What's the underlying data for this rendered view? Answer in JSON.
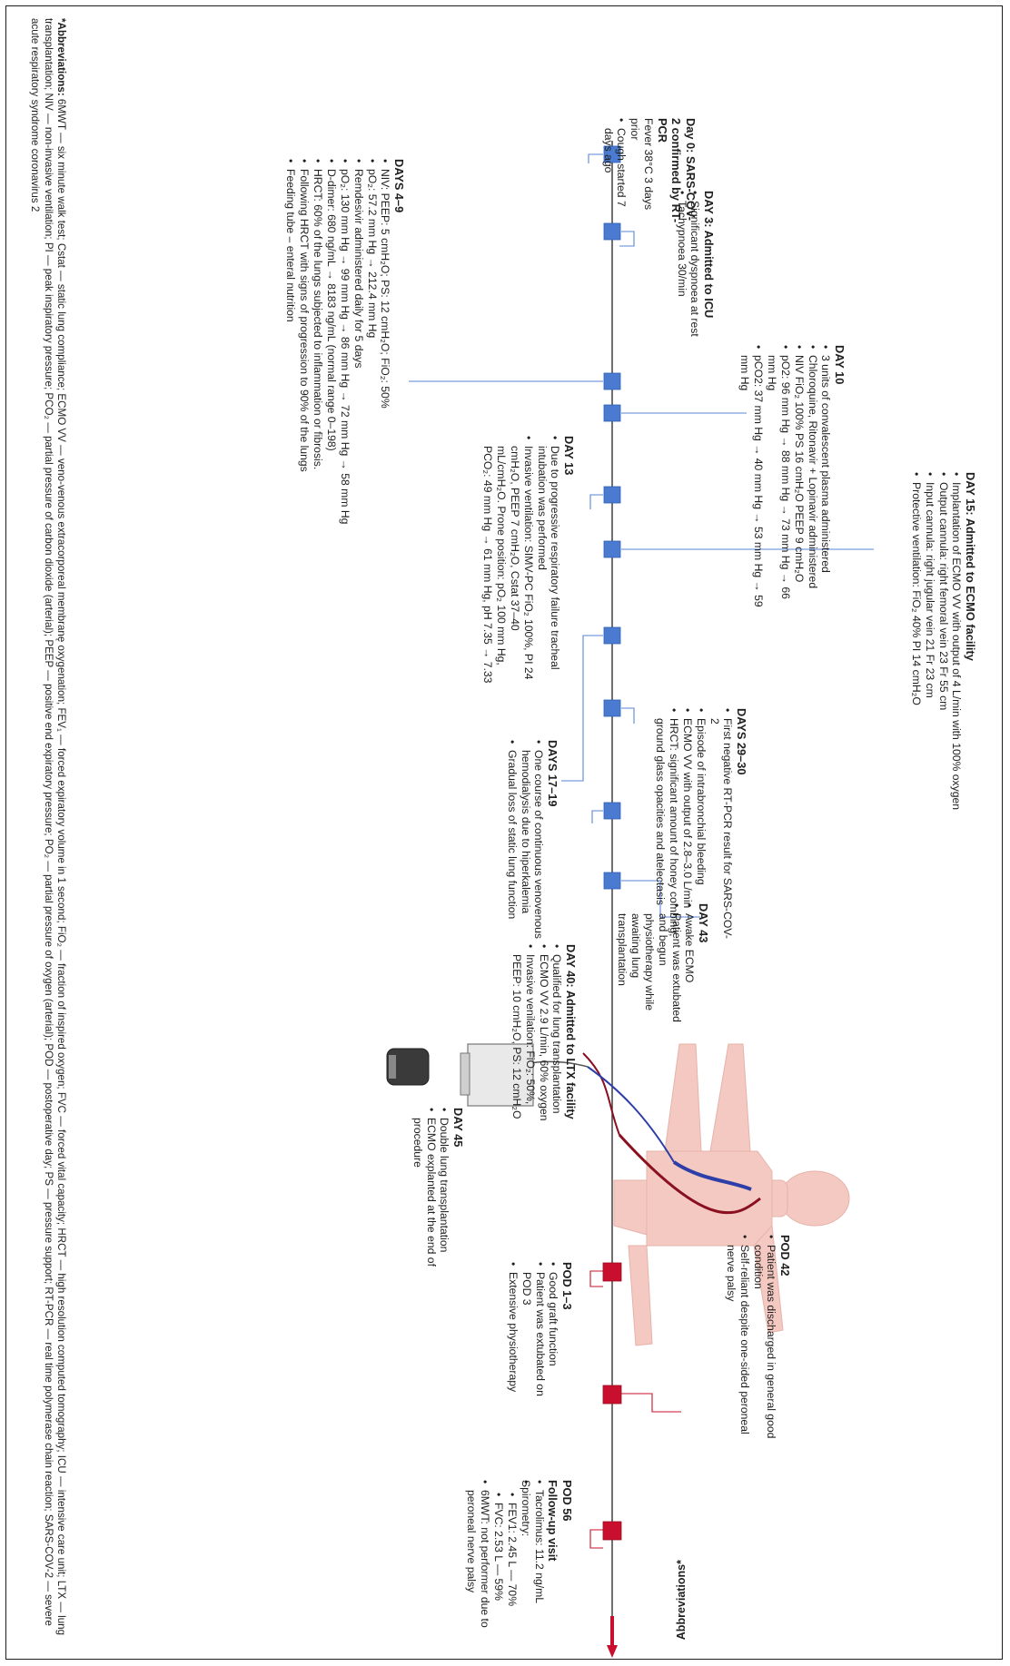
{
  "colors": {
    "blue_marker": "#4a7bd0",
    "red_marker": "#c8102e",
    "connector": "#5b84d6",
    "text": "#1f1f1f"
  },
  "days": {
    "day0": {
      "title": "Day 0: SARS-COV-2 confirmed by RT-PCR",
      "plain": "Fever 38°C 3 days prior",
      "items": [
        "Cough started 7 days ago"
      ]
    },
    "day3": {
      "title": "DAY 3: Admitted to ICU",
      "items": [
        "Significant dyspnoea at rest",
        "Tachypnoea 30/min"
      ]
    },
    "day4_9": {
      "title": "DAYS 4–9",
      "items": [
        "NIV: PEEP: 5 cmH₂O; PS: 12 cmH₂O; FiO₂: 50%",
        "pO₂: 57.2 mm Hg → 212.4 mm Hg",
        "Remdesivir administered daily for 5 days",
        "pO₂: 130 mm Hg → 99 mm Hg → 86 mm Hg → 72 mm Hg → 58 mm Hg",
        "D-dimer: 680 ng/mL → 8183 ng/mL (normal range 0–198)",
        "HRCT: 60% of the lungs subjected to inflammation or fibrosis.",
        "Following HRCT with signs of progression to 90% of the lungs",
        "Feeding tube – enteral nutrition"
      ]
    },
    "day10": {
      "title": "DAY 10",
      "items": [
        "3 units of convalescent plasma administered",
        "Chloroquine, Ritonavir + Lopinavir administered",
        "NIV FiO₂ 100% PS 16 cmH₂O PEEP 9 cmH₂O",
        "pO2: 96 mm Hg → 88 mm Hg → 73 mm Hg → 66 mm Hg",
        "pCO2: 37 mm Hg → 40 mm Hg → 53 mm Hg → 59 mm Hg"
      ]
    },
    "day13": {
      "title": "DAY 13",
      "items": [
        "Due to progressive respiratory failure tracheal intubation was performed",
        "Invasive ventilation: SIMV-PC FiO₂ 100%, PI 24 cmH₂O, PEEP 7 cmH₂O, Cstat 37–40 mL/cmH₂O. Prone position: pO₂ 100 mm Hg, PCO₂: 49 mm Hg → 61 mm Hg, pH 7.35 → 7.33"
      ]
    },
    "day15": {
      "title": "DAY 15: Admitted to ECMO facility",
      "items": [
        "Implantation of ECMO VV with output of 4 L/min with 100% oxygen",
        "Output cannula: right femoral vein 23 Fr 55 cm",
        "Input cannula: right jugular vein 21 Fr 23 cm",
        "Protective ventilation: FiO₂ 40% PI 14 cmH₂O"
      ]
    },
    "day17_19": {
      "title": "DAYS 17–19",
      "items": [
        "One course of continuous venovenous hemodialysis due to hiperkalemia",
        "Gradual loss of static lung function"
      ]
    },
    "day29_30": {
      "title": "DAYS 29–30",
      "items": [
        "First negative RT-PCR result for SARS-COV-2",
        "Episode of intrabronchial bleeding",
        "ECMO VV with output of 2.8–3.0 L/min",
        "HRCT: significant amount of honey combing, ground glass opacities and atelectasis"
      ]
    },
    "day40": {
      "title": "DAY 40: Admitted to LTX facility",
      "items": [
        "Qualified for lung transplantation",
        "ECMO VV 2.9 L/min, 60% oxygen",
        "Invasive venilation: FiO₂: 50%, PEEP: 10 cmH₂O, PS: 12 cmH₂O"
      ]
    },
    "day43": {
      "title": "DAY 43",
      "items": [
        "Awake ECMO",
        "Patient was extubated and begun physiotherapy while awaiting lung transplantation"
      ]
    },
    "day45": {
      "title": "DAY 45",
      "items": [
        "Double lung transplantation",
        "ECMO explanted at the end of procedure"
      ]
    },
    "pod1_3": {
      "title": "POD 1–3",
      "items": [
        "Good graft function",
        "Patient was extubated on POD 3",
        "Extensive physiotherapy"
      ]
    },
    "pod42": {
      "title": "POD 42",
      "items": [
        "Patient was discharged in general good condition",
        "Self-reliant despite one-sided peroneal nerve palsy"
      ]
    },
    "pod56": {
      "title": "POD 56",
      "subtitle": "Follow-up visit",
      "items": [
        "Tacrolimus: 11.2 ng/mL",
        "Spirometry:",
        "FEV1: 2.45 L — 70%",
        "FVC: 2.53 L — 59%",
        "6MWT: not performer due to peroneal nerve palsy"
      ]
    }
  },
  "abbreviations_label": "Abbreviations*",
  "footnote": {
    "lead": "*Abbreviations:",
    "text": "6MWT — six minute walk test; Cstat — static lung compliance; ECMO VV — veno-venous extracorporeal membranę oxygenation; FEV₁ — forced expiratory volume in 1 second; FiO₂ — fraction of inspired oxygen; FVC — forced vital capacity; HRCT — high resolution computed tomography; ICU — intensive care unit; LTX — lung transplantation; NIV — non-invasive ventilation; PI — peak inspiratory pressure; PCO₂ — partial pressure of carbon dioxide (arterial); PEEP — positive end expiratory pressure; PO₂ — partial pressure of oxygen (arterial); POD — postoperative day; PS — pressure support; RT-PCR — real time polymerase chain reaction; SARS-COV-2 — severe acute respiratory syndrome coronavirus 2"
  }
}
